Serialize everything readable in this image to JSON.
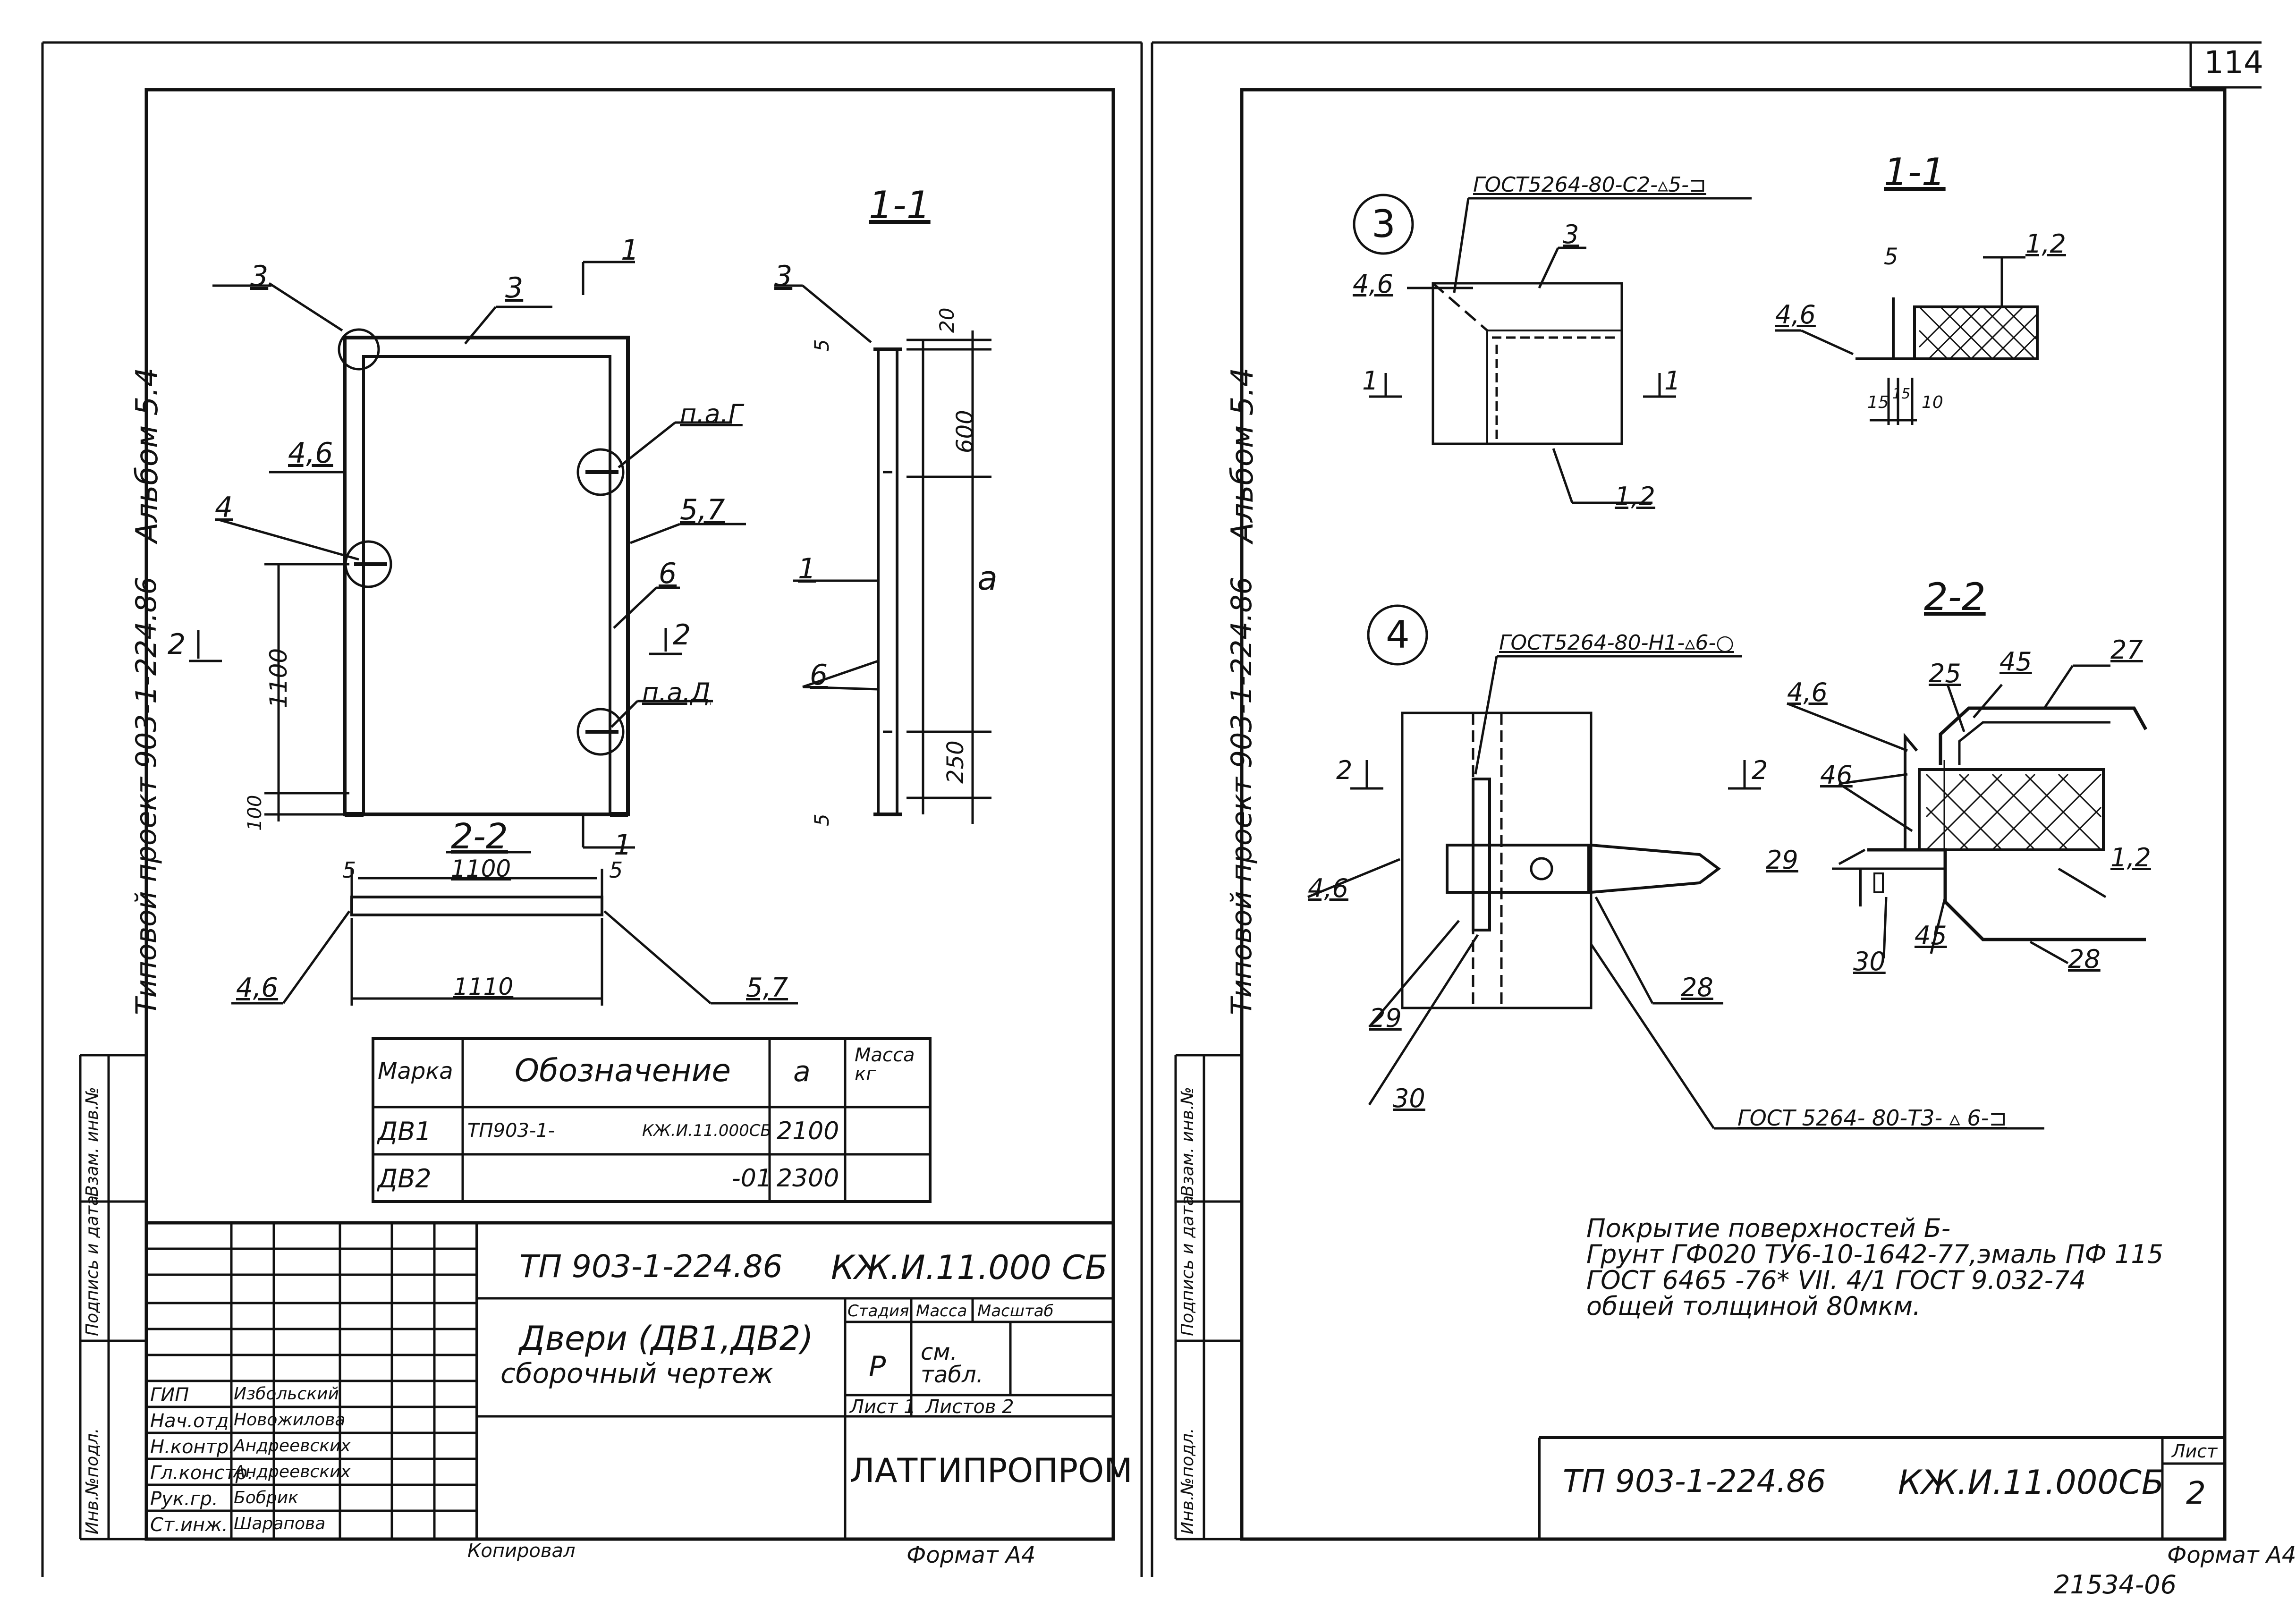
{
  "page_number": "114",
  "footer_code": "21534-06",
  "left": {
    "side_album": "Альбом 5.4",
    "side_project": "Типовой проект 903-1-224.86",
    "side_stamp": [
      "Инв.№подл.",
      "Подпись и дата",
      "Взам. инв.№"
    ],
    "section_11": "1-1",
    "section_22": "2-2",
    "labels": {
      "l3a": "3",
      "l3b": "3",
      "l46": "4,6",
      "l4": "4",
      "l57": "5,7",
      "l6": "6",
      "cut1a": "1",
      "cut1b": "1",
      "cut2a": "2",
      "cut2b": "2",
      "nodeG": "п.а.Г",
      "nodeD": "п.а.Д",
      "d1100v": "1100",
      "d100": "100",
      "s3": "3",
      "s5a": "5",
      "s5b": "5",
      "s20": "20",
      "s600": "600",
      "sa": "a",
      "s250": "250",
      "s1": "1",
      "s6": "6",
      "p5a": "5",
      "p5b": "5",
      "p1100": "1100",
      "p1110": "1110",
      "p46": "4,6",
      "p57": "5,7"
    },
    "table": {
      "headers": [
        "Марка",
        "Обозначение",
        "a",
        "Масса кг"
      ],
      "rows": [
        [
          "ДВ1",
          "ТП903-1-",
          "КЖ.И.11.000СБ",
          "2100",
          ""
        ],
        [
          "ДВ2",
          "",
          "-01",
          "2300",
          ""
        ]
      ]
    },
    "title_block": {
      "project": "ТП 903-1-224.86",
      "code": "КЖ.И.11.000 СБ",
      "title": "Двери (ДВ1,ДВ2)",
      "subtitle": "сборочный чертеж",
      "stage_h": "Стадия",
      "mass_h": "Масса",
      "scale_h": "Масштаб",
      "stage": "Р",
      "mass": "см. табл.",
      "sheet": "Лист 1",
      "sheets": "Листов 2",
      "org": "ЛАТГИПРОПРОМ",
      "roles": [
        "ГИП",
        "Нач.отд.",
        "Н.контр.",
        "Гл.констр.",
        "Рук.гр.",
        "Ст.инж."
      ],
      "names": [
        "Избольский",
        "Новожилова",
        "Андреевских",
        "Андреевских",
        "Бобрик",
        "Шарапова"
      ]
    },
    "copied": "Копировал",
    "format": "Формат А4"
  },
  "right": {
    "side_album": "Альбом 5.4",
    "side_project": "Типовой проект 903-1-224.86",
    "side_stamp": [
      "Инв.№подл.",
      "Подпись и дата",
      "Взам. инв.№"
    ],
    "node3": "3",
    "node4": "4",
    "weld1": "ГОСТ5264-80-С2-▵5-⊐",
    "weld2": "ГОСТ5264-80-Н1-▵6-○",
    "weld3": "ГОСТ 5264- 80-Т3- ▵ 6-⊐",
    "sec11": "1-1",
    "sec22": "2-2",
    "labels": {
      "n3_46": "4,6",
      "n3_3": "3",
      "n3_1a": "1",
      "n3_1b": "1",
      "n3_12": "1,2",
      "s11_5": "5",
      "s11_12": "1,2",
      "s11_46": "4,6",
      "s11_15a": "15",
      "s11_15b": "15",
      "s11_10": "10",
      "n4_2a": "2",
      "n4_2b": "2",
      "n4_46": "4,6",
      "n4_28": "28",
      "n4_29": "29",
      "n4_30": "30",
      "s22_46": "4,6",
      "s22_25": "25",
      "s22_45a": "45",
      "s22_27": "27",
      "s22_46b": "46",
      "s22_29": "29",
      "s22_12": "1,2",
      "s22_30": "30",
      "s22_45b": "45",
      "s22_28": "28"
    },
    "coating": [
      "Покрытие поверхностей Б-",
      "Грунт ГФ020  ТУ6-10-1642-77,эмаль ПФ 115",
      "ГОСТ 6465 -76* VII. 4/1 ГОСТ 9.032-74",
      "общей толщиной  80мкм."
    ],
    "project": "ТП 903-1-224.86",
    "code": "КЖ.И.11.000СБ",
    "sheet_h": "Лист",
    "sheet": "2",
    "format": "Формат А4"
  }
}
